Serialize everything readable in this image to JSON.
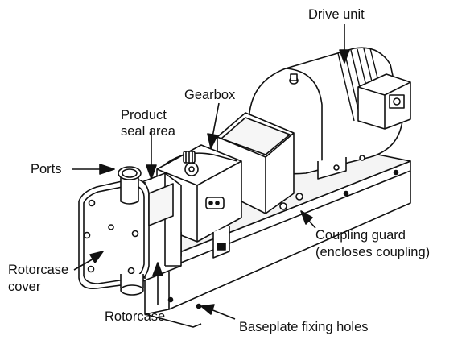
{
  "labels": {
    "drive_unit": "Drive unit",
    "gearbox": "Gearbox",
    "product_seal_line1": "Product",
    "product_seal_line2": "seal area",
    "ports": "Ports",
    "coupling_guard_line1": "Coupling guard",
    "coupling_guard_line2": "(encloses coupling)",
    "rotorcase_cover_line1": "Rotorcase",
    "rotorcase_cover_line2": "cover",
    "rotorcase": "Rotorcase",
    "baseplate_holes": "Baseplate fixing holes"
  },
  "colors": {
    "ink": "#111111",
    "paper": "#ffffff"
  }
}
